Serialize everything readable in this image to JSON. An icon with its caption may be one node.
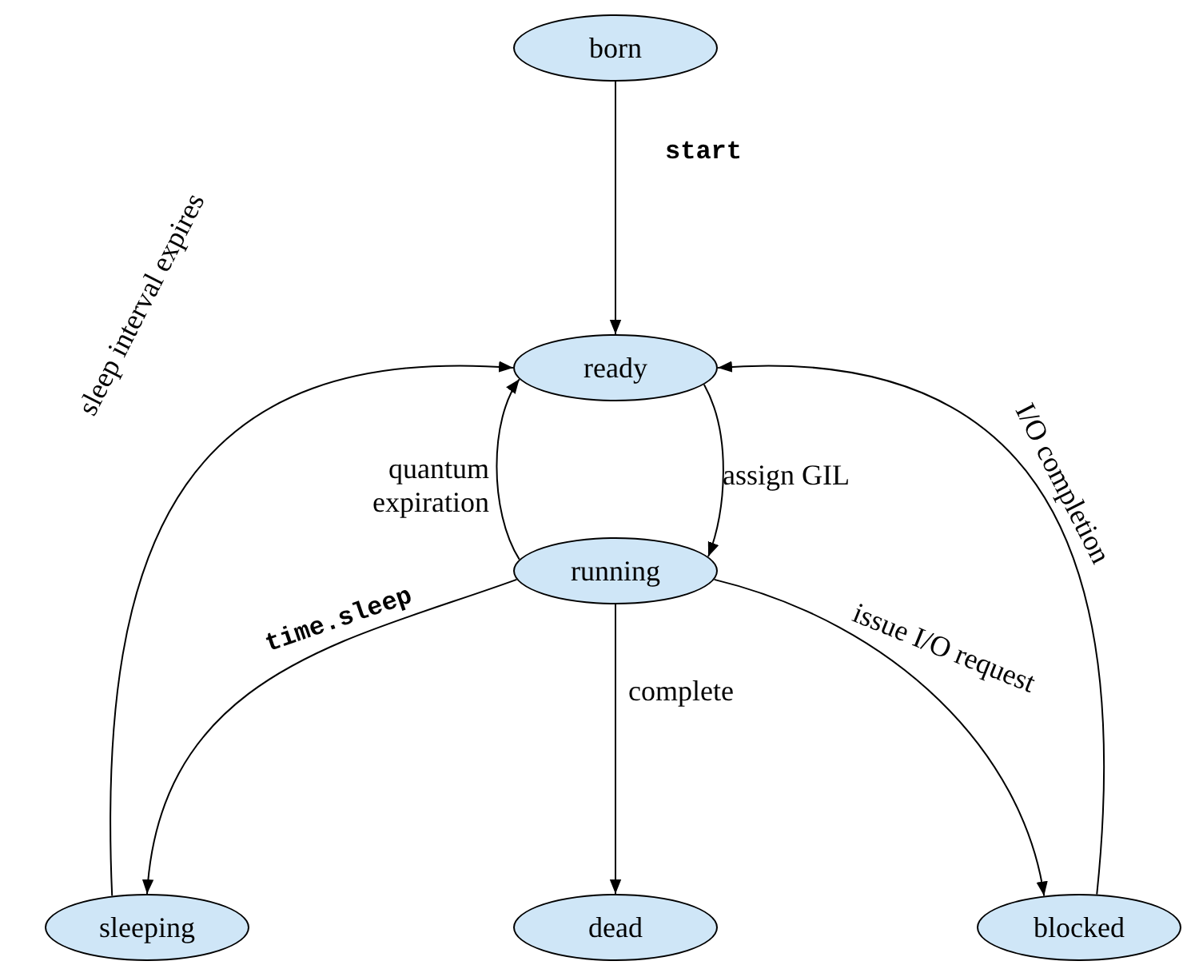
{
  "diagram": {
    "nodes": [
      {
        "text": [
          "born"
        ]
      },
      {
        "text": [
          "ready"
        ]
      },
      {
        "text": [
          "running"
        ]
      },
      {
        "text": [
          "sleeping"
        ]
      },
      {
        "text": [
          "dead"
        ]
      },
      {
        "text": [
          "blocked"
        ]
      }
    ],
    "edges": [
      {
        "from": 0,
        "to": 1,
        "arrow": "to",
        "label": "start"
      },
      {
        "from": 2,
        "to": 1,
        "arrow": "to",
        "label": "quantum expiration"
      },
      {
        "from": 1,
        "to": 2,
        "arrow": "to",
        "label": "assign GIL"
      },
      {
        "from": 2,
        "to": 3,
        "arrow": "to",
        "label": "time.sleep"
      },
      {
        "from": 2,
        "to": 4,
        "arrow": "to",
        "label": "complete"
      },
      {
        "from": 2,
        "to": 5,
        "arrow": "to",
        "label": "issue I/O request"
      },
      {
        "from": 3,
        "to": 1,
        "arrow": "to",
        "label": "sleep interval expires"
      },
      {
        "from": 5,
        "to": 1,
        "arrow": "to",
        "label": "I/O completion"
      }
    ]
  }
}
